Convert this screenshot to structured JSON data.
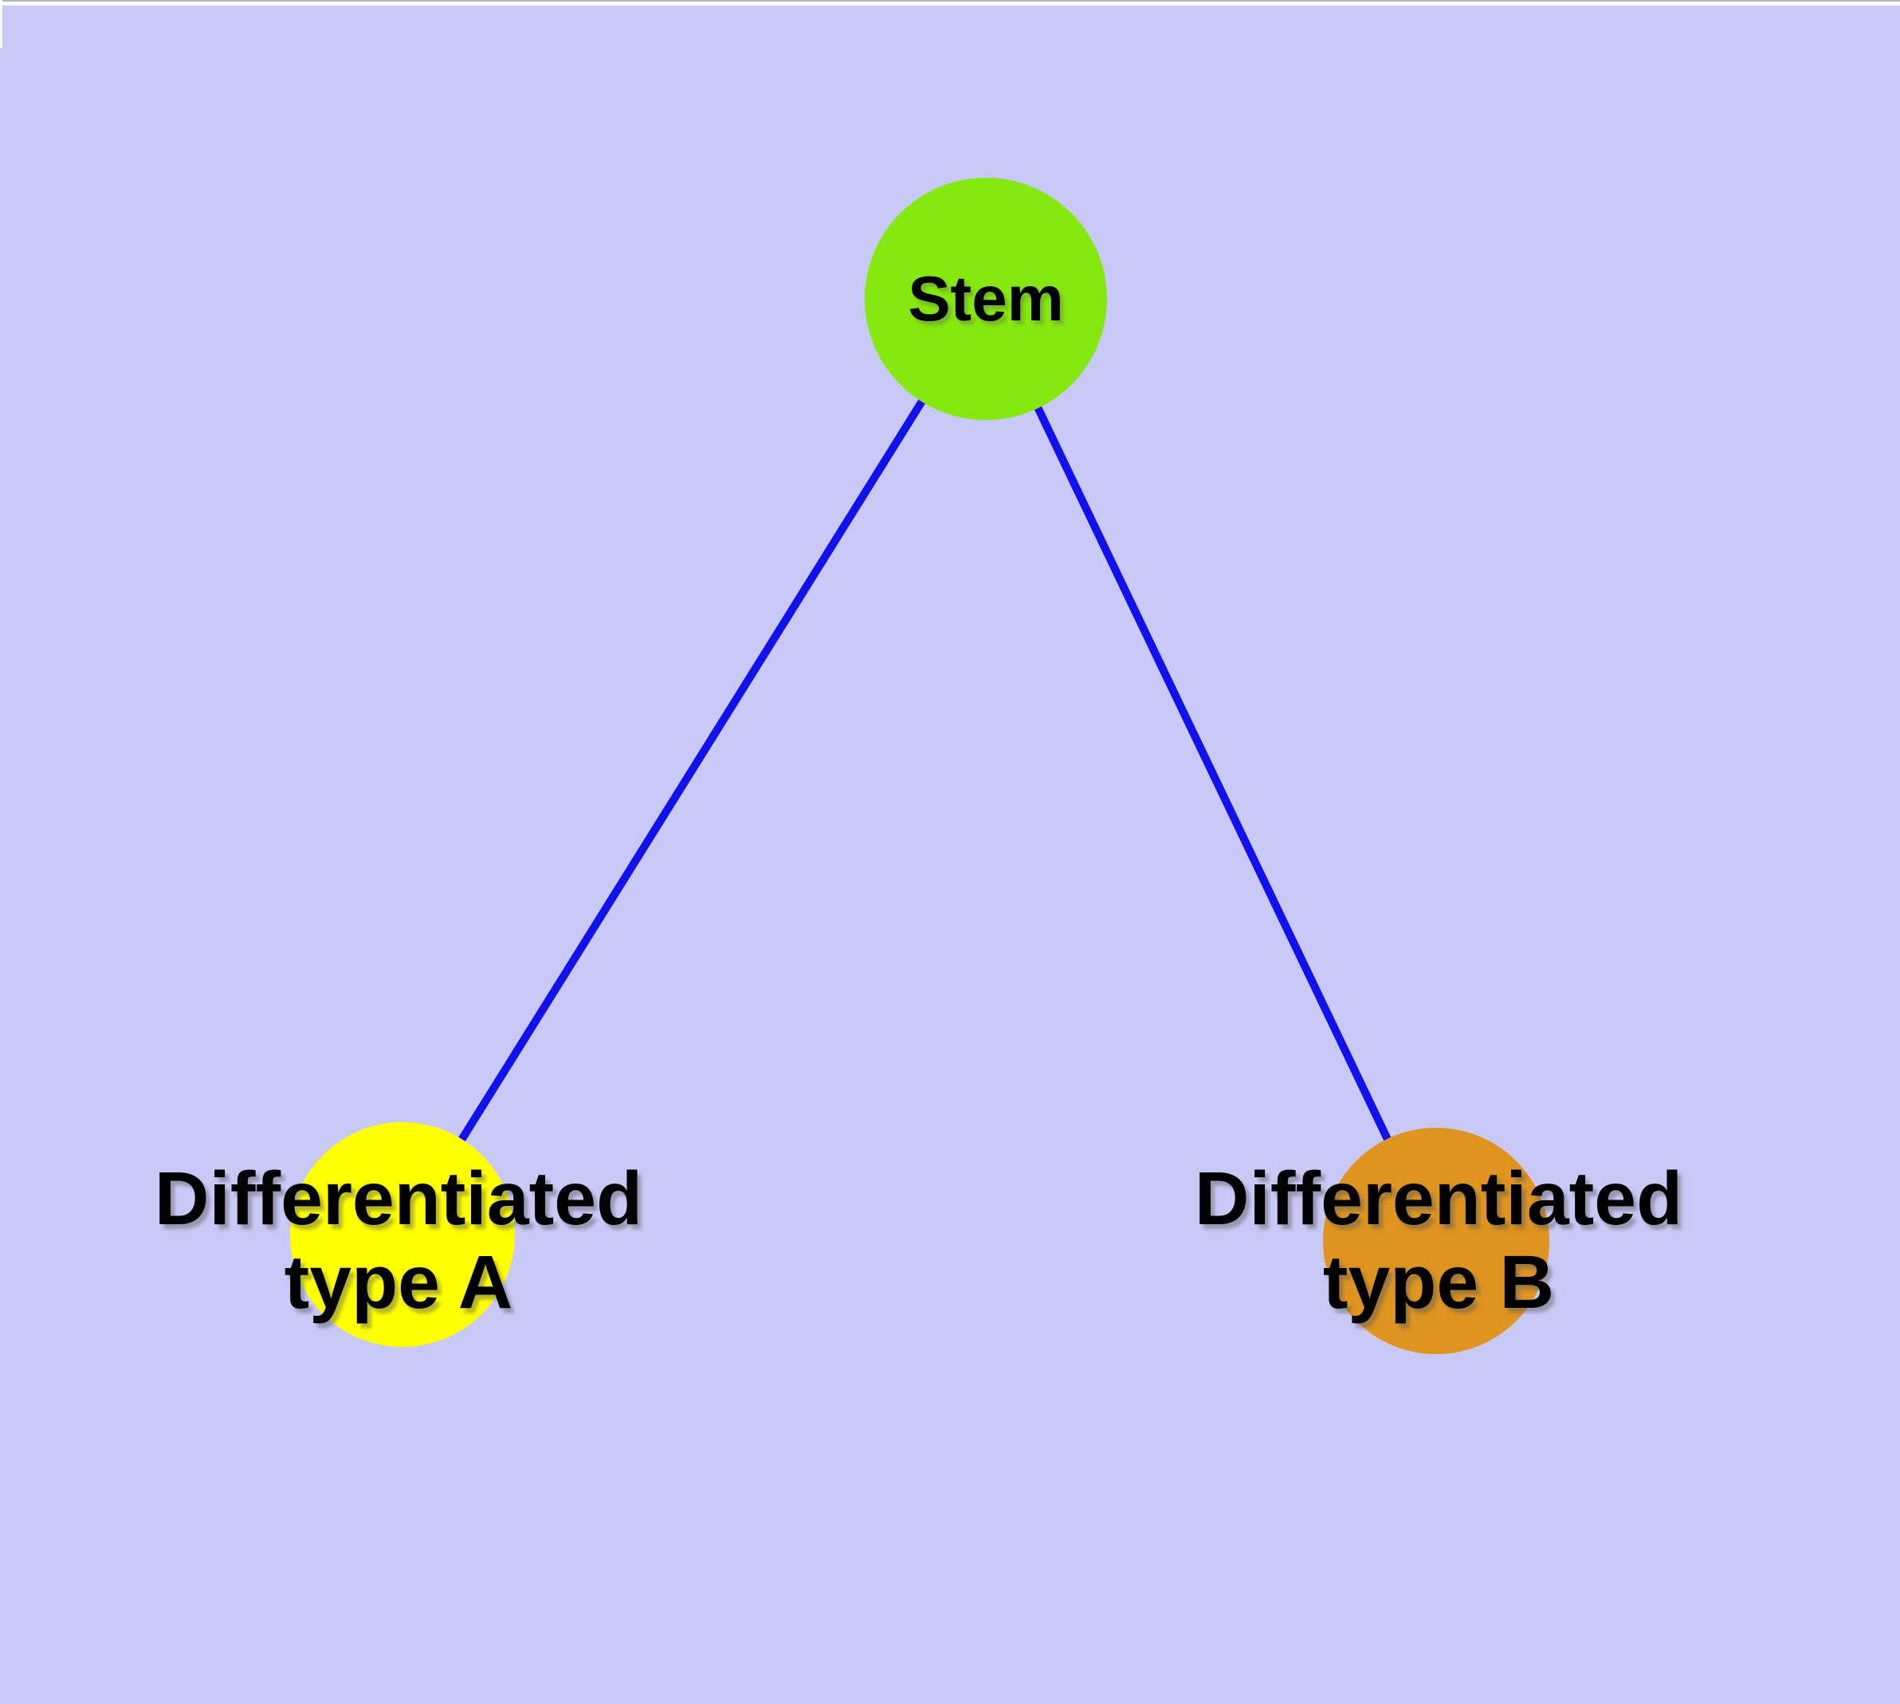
{
  "style": {
    "background": "#c9c9f8",
    "edge_color": "#1111ee",
    "node_border_color": "#808080",
    "label_color": "#000000",
    "top_strip_color": "#ffffff"
  },
  "nodes": {
    "stem": {
      "label": "Stem",
      "fill": "#85e80e"
    },
    "type_a": {
      "label_line1": "Differentiated",
      "label_line2": "type A",
      "fill": "#ffff00"
    },
    "type_b": {
      "label_line1": "Differentiated",
      "label_line2": "type B",
      "fill": "#de941f"
    }
  },
  "edges": [
    {
      "from": "Stem",
      "to": "Differentiated type A"
    },
    {
      "from": "Stem",
      "to": "Differentiated type B"
    }
  ]
}
